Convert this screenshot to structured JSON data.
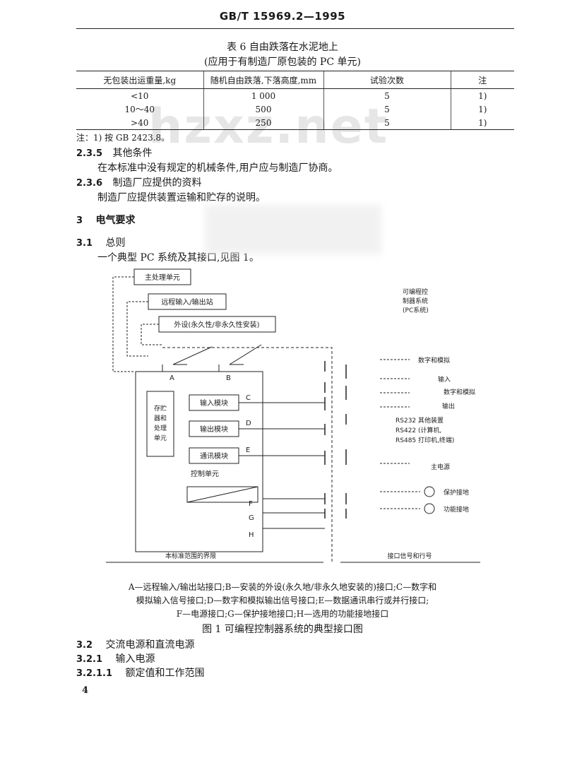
{
  "header": {
    "standard": "GB/T 15969.2—1995"
  },
  "watermark": {
    "text": "hzxz.net"
  },
  "table6": {
    "title": "表 6   自由跌落在水泥地上",
    "subtitle": "(应用于有制造厂原包装的 PC 单元)",
    "columns": [
      "无包装出运重量,kg",
      "随机自由跌落,下落高度,mm",
      "试验次数",
      "注"
    ],
    "rows": [
      [
        "<10",
        "1 000",
        "5",
        "1)"
      ],
      [
        "10～40",
        "500",
        "5",
        "1)"
      ],
      [
        ">40",
        "250",
        "5",
        "1)"
      ]
    ],
    "footnote": "注：1) 按 GB 2423.8。"
  },
  "sections": {
    "s235_num": "2.3.5",
    "s235_title": "其他条件",
    "s235_text": "在本标准中没有规定的机械条件,用户应与制造厂协商。",
    "s236_num": "2.3.6",
    "s236_title": "制造厂应提供的资料",
    "s236_text": "制造厂应提供装置运输和贮存的说明。",
    "s3_num": "3",
    "s3_title": "电气要求",
    "s31_num": "3.1",
    "s31_title": "总则",
    "s31_text": "一个典型 PC 系统及其接口,见图 1。",
    "s32_num": "3.2",
    "s32_title": "交流电源和直流电源",
    "s321_num": "3.2.1",
    "s321_title": "输入电源",
    "s3211_num": "3.2.1.1",
    "s3211_title": "额定值和工作范围"
  },
  "figure": {
    "box_main_processor": "主处理单元",
    "box_remote_io": "远程输入/输出站",
    "box_peripheral": "外设(永久性/非永久性安装)",
    "box_memory_cpu": "存贮器和处理单元",
    "box_input_module": "输入模块",
    "box_output_module": "输出模块",
    "box_comm_module": "通讯模块",
    "label_control_unit": "控制单元",
    "label_system": "可编程控制器系统(PC系统)",
    "label_digital_analog_1": "数字和模拟",
    "label_input": "输入",
    "label_digital_analog_2": "数字和模拟",
    "label_output": "输出",
    "label_rs232": "RS232 其他装置",
    "label_rs422": "RS422 (计算机,",
    "label_rs485": "RS485 打印机,终端)",
    "label_main_power": "主电源",
    "label_protective_earth": "保护接地",
    "label_functional_earth": "功能接地",
    "label_scope": "本标准范围的界限",
    "label_interface": "接口信号和行号",
    "iface_letters": [
      "A",
      "B",
      "C",
      "D",
      "E",
      "F",
      "G",
      "H"
    ],
    "caption_line1": "A—远程输入/输出站接口;B—安装的外设(永久地/非永久地安装的)接口;C—数字和",
    "caption_line2": "模拟输入信号接口;D—数字和模拟输出信号接口;E—数据通讯串行或并行接口;",
    "caption_line3": "F—电源接口;G—保护接地接口;H—选用的功能接地接口",
    "title": "图 1   可编程控制器系统的典型接口图"
  },
  "page_number": "4"
}
